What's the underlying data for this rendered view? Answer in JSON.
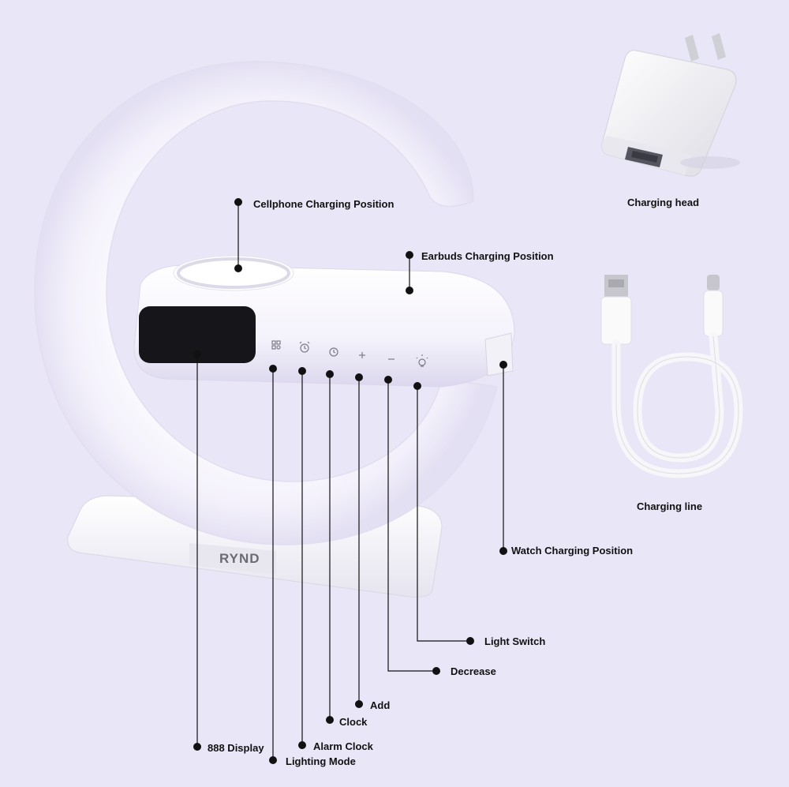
{
  "product": {
    "brand": "RYND"
  },
  "callouts": {
    "cellphone": "Cellphone Charging Position",
    "earbuds": "Earbuds Charging Position",
    "watch": "Watch Charging Position",
    "display": "888 Display",
    "lighting_mode": "Lighting Mode",
    "alarm_clock": "Alarm Clock",
    "clock": "Clock",
    "add": "Add",
    "decrease": "Decrease",
    "light_switch": "Light Switch"
  },
  "accessories": {
    "charging_head": "Charging head",
    "charging_line": "Charging line"
  },
  "colors": {
    "background": "#e9e6f7",
    "device_white": "#fbfbfd",
    "display_black": "#16161a",
    "callout_black": "#111111"
  },
  "icons": [
    "lighting-mode-icon",
    "alarm-clock-icon",
    "clock-icon",
    "plus-icon",
    "minus-icon",
    "bulb-icon"
  ]
}
